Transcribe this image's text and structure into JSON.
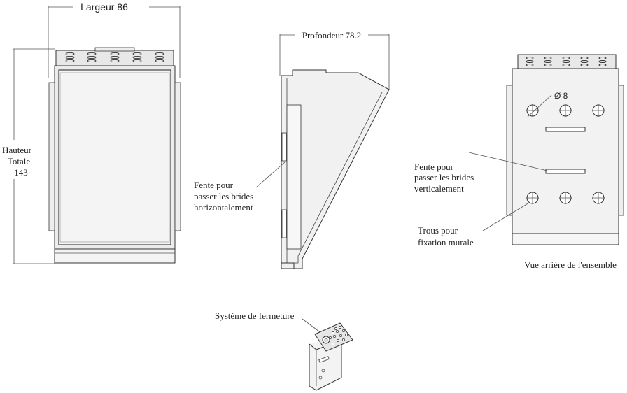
{
  "front_view": {
    "width_label": "Largeur 86",
    "height_label_line1": "Hauteur",
    "height_label_line2": "Totale",
    "height_label_line3": "143"
  },
  "side_view": {
    "depth_label": "Profondeur 78.2",
    "slot_label_line1": "Fente pour",
    "slot_label_line2": "passer les brides",
    "slot_label_line3": "horizontalement"
  },
  "rear_view": {
    "hole_diameter_label": "Ø 8",
    "slot_label_line1": "Fente pour",
    "slot_label_line2": "passer les brides",
    "slot_label_line3": "verticalement",
    "mount_label_line1": "Trous pour",
    "mount_label_line2": "fixation murale",
    "caption": "Vue arrière de l'ensemble"
  },
  "closure": {
    "label": "Système de fermeture"
  }
}
